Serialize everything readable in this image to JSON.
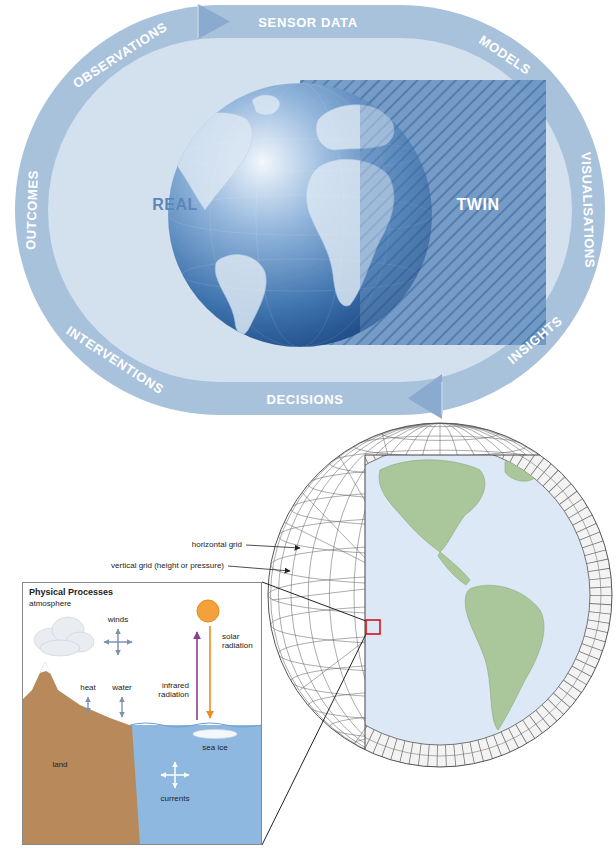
{
  "diagram": {
    "nodes": [
      {
        "text": [
          "Physical Processes",
          "atmosphere"
        ]
      }
    ],
    "labels": [
      "SENSOR DATA",
      "OBSERVATIONS",
      "MODELS",
      "VISUALISATIONS",
      "INSIGHTS",
      "DECISIONS",
      "INTERVENTIONS",
      "OUTCOMES",
      "REAL",
      "TWIN",
      "horizontal grid",
      "vertical grid (height or pressure)",
      "winds",
      "solar radiation",
      "heat",
      "water",
      "infrared radiation",
      "sea ice",
      "land",
      "currents"
    ]
  }
}
